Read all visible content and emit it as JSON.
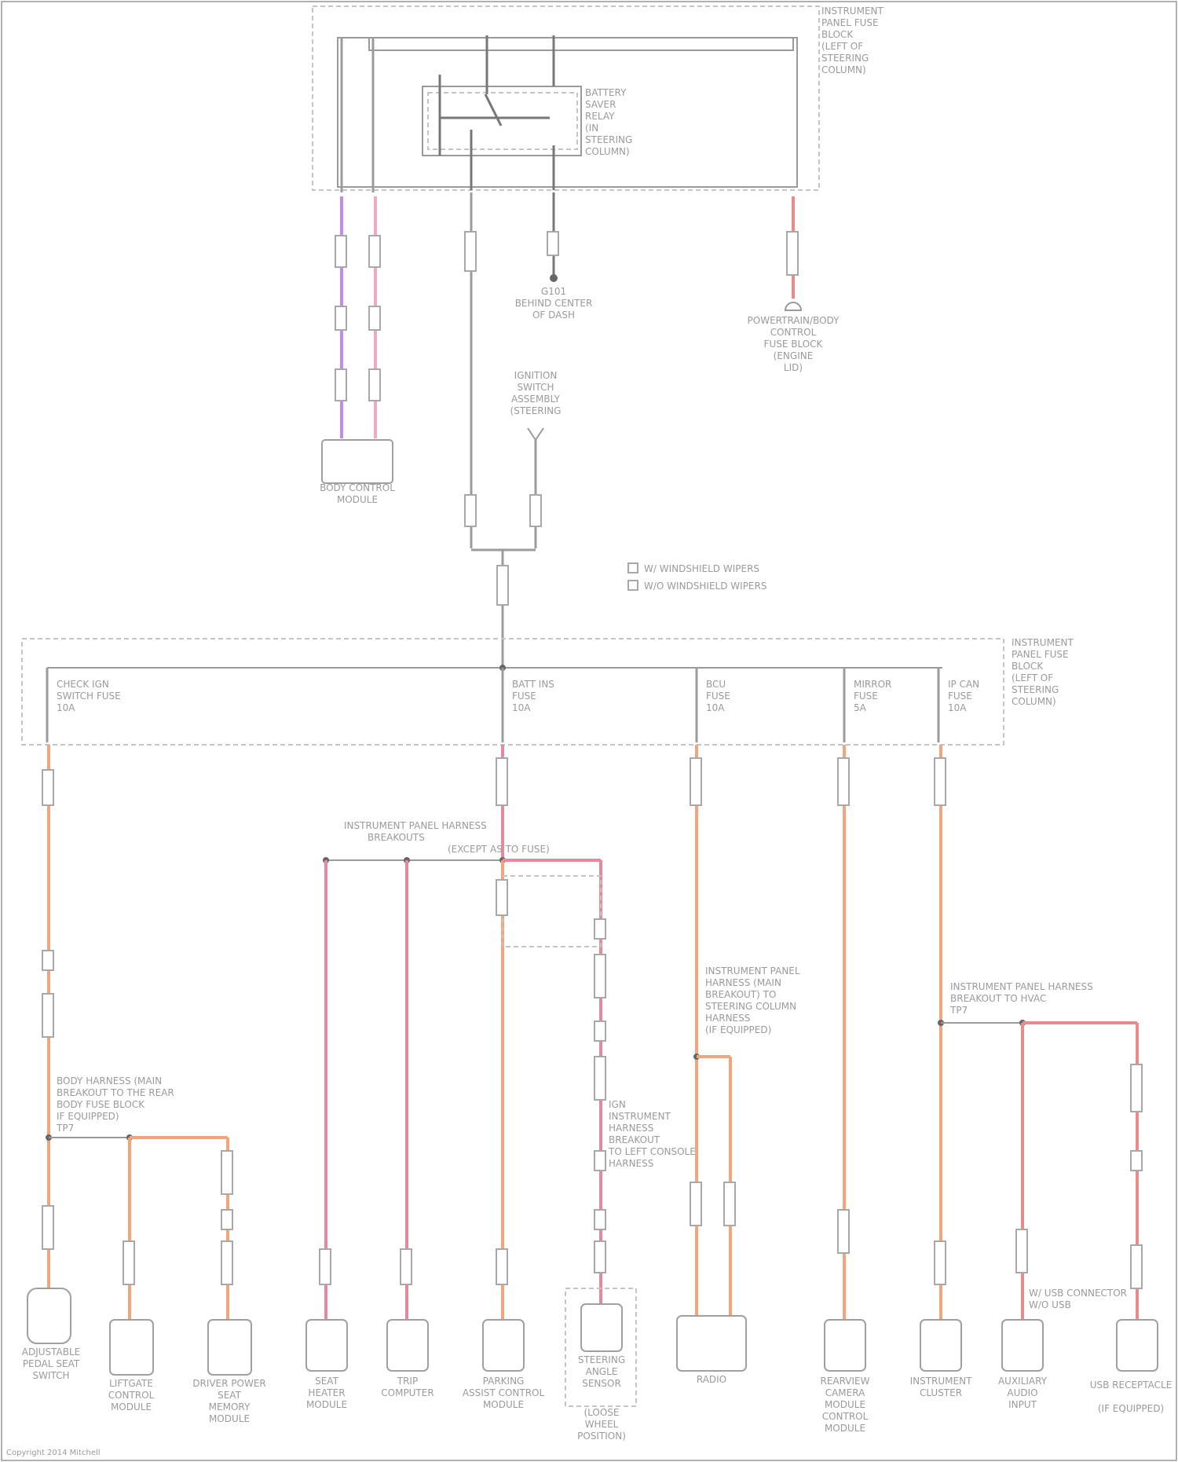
{
  "top_fuse_block": {
    "label_lines": [
      "INSTRUMENT",
      "PANEL FUSE",
      "BLOCK",
      "(LEFT OF",
      "STEERING",
      "COLUMN)"
    ],
    "relay_lines": [
      "BATTERY",
      "SAVER",
      "RELAY",
      "(IN",
      "STEERING",
      "COLUMN)"
    ]
  },
  "body_control_module": {
    "label_lines": [
      "BODY CONTROL",
      "MODULE"
    ]
  },
  "ground_point": {
    "label_lines": [
      "G101",
      "BEHIND CENTER",
      "OF DASH"
    ]
  },
  "underhood_fuse": {
    "label_lines": [
      "POWERTRAIN/BODY",
      "CONTROL",
      "FUSE BLOCK",
      "(ENGINE",
      "LID)"
    ]
  },
  "ignition_switch": {
    "label_lines": [
      "IGNITION",
      "SWITCH",
      "ASSEMBLY",
      "(STEERING"
    ]
  },
  "legend": {
    "items": [
      "W/ WINDSHIELD WIPERS",
      "W/O WINDSHIELD WIPERS"
    ]
  },
  "lower_fuse_block": {
    "label_lines": [
      "INSTRUMENT",
      "PANEL FUSE",
      "BLOCK",
      "(LEFT OF",
      "STEERING",
      "COLUMN)"
    ],
    "fuses": [
      {
        "lines": [
          "CHECK IGN",
          "SWITCH FUSE",
          "10A"
        ]
      },
      {
        "lines": [
          "BATT INS",
          "FUSE",
          "10A"
        ]
      },
      {
        "lines": [
          "BCU",
          "FUSE",
          "10A"
        ]
      },
      {
        "lines": [
          "MIRROR",
          "FUSE",
          "5A"
        ]
      },
      {
        "lines": [
          "IP CAN",
          "FUSE",
          "10A"
        ]
      }
    ]
  },
  "harness_notes": [
    {
      "lines": [
        "INSTRUMENT PANEL HARNESS",
        "BREAKOUTS",
        "(EXCEPT AS TO FUSE)"
      ]
    },
    {
      "lines": [
        "INSTRUMENT PANEL",
        "HARNESS (MAIN",
        "BREAKOUT) TO",
        "STEERING COLUMN",
        "HARNESS",
        "(IF EQUIPPED)"
      ]
    },
    {
      "lines": [
        "INSTRUMENT PANEL HARNESS",
        "BREAKOUT TO HVAC",
        "TP7"
      ]
    },
    {
      "lines": [
        "BODY HARNESS (MAIN",
        "BREAKOUT TO THE REAR",
        "BODY FUSE BLOCK",
        "IF EQUIPPED)",
        "TP7"
      ]
    },
    {
      "lines": [
        "IGN",
        "INSTRUMENT",
        "HARNESS",
        "BREAKOUT",
        "TO LEFT CONSOLE",
        "HARNESS"
      ]
    },
    {
      "lines": [
        "W/ USB CONNECTOR",
        "W/O USB"
      ]
    }
  ],
  "components": [
    {
      "lines": [
        "ADJUSTABLE",
        "PEDAL SEAT",
        "SWITCH"
      ]
    },
    {
      "lines": [
        "LIFTGATE",
        "CONTROL",
        "MODULE"
      ]
    },
    {
      "lines": [
        "DRIVER POWER",
        "SEAT",
        "MEMORY",
        "MODULE"
      ]
    },
    {
      "lines": [
        "SEAT",
        "HEATER",
        "MODULE"
      ]
    },
    {
      "lines": [
        "TRIP",
        "COMPUTER"
      ]
    },
    {
      "lines": [
        "PARKING",
        "ASSIST CONTROL",
        "MODULE"
      ]
    },
    {
      "lines": [
        "STEERING",
        "ANGLE",
        "SENSOR",
        "(LOOSE",
        "WHEEL",
        "POSITION)"
      ]
    },
    {
      "lines": [
        "RADIO"
      ]
    },
    {
      "lines": [
        "REARVIEW",
        "CAMERA",
        "MODULE",
        "CONTROL",
        "MODULE"
      ]
    },
    {
      "lines": [
        "INSTRUMENT",
        "CLUSTER"
      ]
    },
    {
      "lines": [
        "AUXILIARY",
        "AUDIO",
        "INPUT"
      ]
    },
    {
      "lines": [
        "USB RECEPTACLE",
        "(IF EQUIPPED)"
      ]
    }
  ],
  "footer": {
    "text": "Copyright 2014 Mitchell"
  }
}
